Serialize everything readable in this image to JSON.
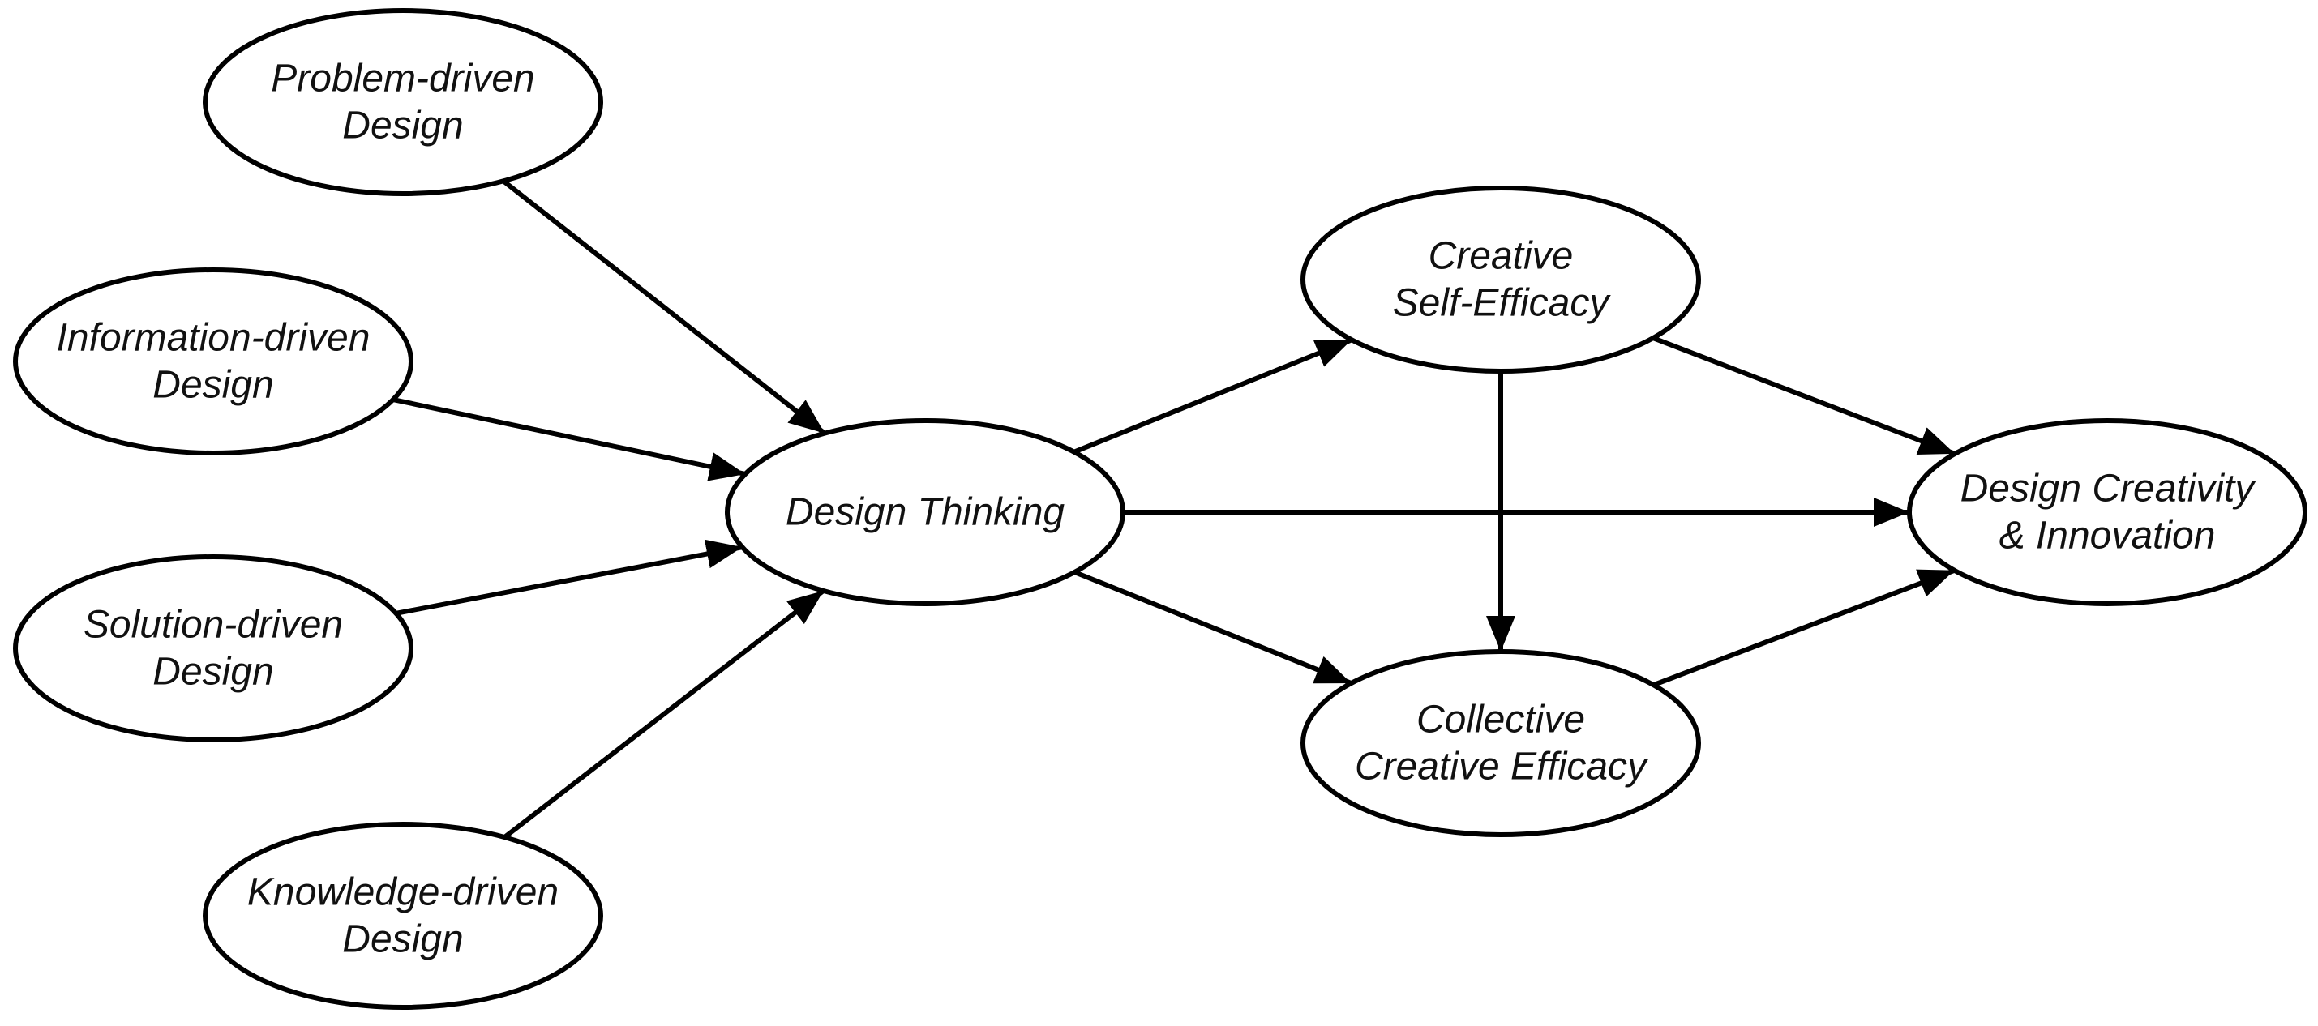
{
  "diagram": {
    "nodes": [
      {
        "id": "problem",
        "lines": [
          "Problem-driven",
          "Design"
        ]
      },
      {
        "id": "information",
        "lines": [
          "Information-driven",
          "Design"
        ]
      },
      {
        "id": "solution",
        "lines": [
          "Solution-driven",
          "Design"
        ]
      },
      {
        "id": "knowledge",
        "lines": [
          "Knowledge-driven",
          "Design"
        ]
      },
      {
        "id": "design-thinking",
        "lines": [
          "Design Thinking"
        ]
      },
      {
        "id": "creative-self-efficacy",
        "lines": [
          "Creative",
          "Self-Efficacy"
        ]
      },
      {
        "id": "collective-creative-efficacy",
        "lines": [
          "Collective",
          "Creative Efficacy"
        ]
      },
      {
        "id": "design-creativity-innovation",
        "lines": [
          "Design Creativity",
          "& Innovation"
        ]
      }
    ],
    "edges": [
      {
        "from": "problem",
        "to": "design-thinking"
      },
      {
        "from": "information",
        "to": "design-thinking"
      },
      {
        "from": "solution",
        "to": "design-thinking"
      },
      {
        "from": "knowledge",
        "to": "design-thinking"
      },
      {
        "from": "design-thinking",
        "to": "creative-self-efficacy"
      },
      {
        "from": "design-thinking",
        "to": "design-creativity-innovation"
      },
      {
        "from": "design-thinking",
        "to": "collective-creative-efficacy"
      },
      {
        "from": "creative-self-efficacy",
        "to": "collective-creative-efficacy"
      },
      {
        "from": "creative-self-efficacy",
        "to": "design-creativity-innovation"
      },
      {
        "from": "collective-creative-efficacy",
        "to": "design-creativity-innovation"
      }
    ]
  }
}
